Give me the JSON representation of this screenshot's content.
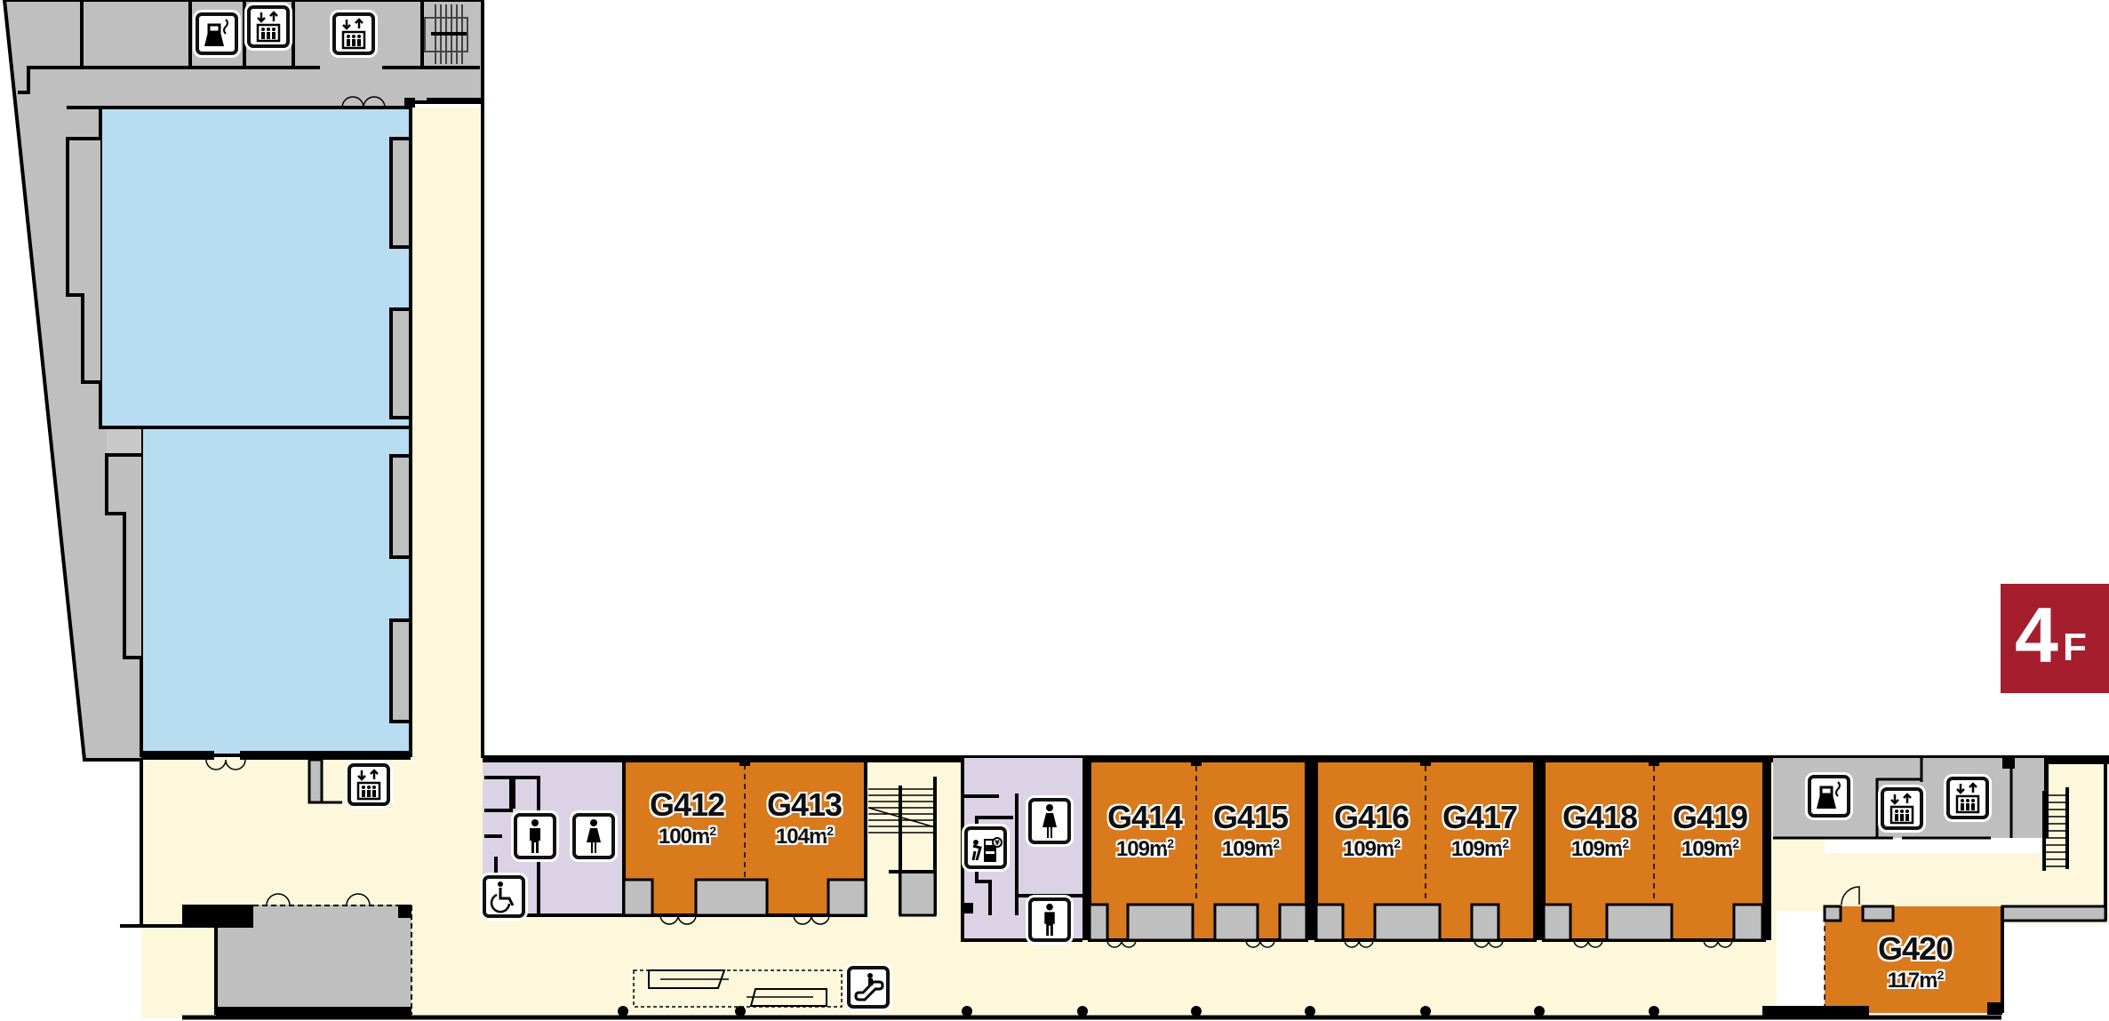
{
  "floor": {
    "number": "4",
    "unit": "F",
    "badge_color": "#a51e2e"
  },
  "colors": {
    "meeting_room_orange": "#d97a1c",
    "hall_blue": "#b8ddf1",
    "corridor_cream": "#fdf8dc",
    "restroom_lavender": "#dcd2e6",
    "service_gray": "#bfbfbf",
    "wall": "#000000"
  },
  "rooms": [
    {
      "id": "G412",
      "area": "100m",
      "area_value": 100,
      "unit_sup": "2"
    },
    {
      "id": "G413",
      "area": "104m",
      "area_value": 104,
      "unit_sup": "2"
    },
    {
      "id": "G414",
      "area": "109m",
      "area_value": 109,
      "unit_sup": "2"
    },
    {
      "id": "G415",
      "area": "109m",
      "area_value": 109,
      "unit_sup": "2"
    },
    {
      "id": "G416",
      "area": "109m",
      "area_value": 109,
      "unit_sup": "2"
    },
    {
      "id": "G417",
      "area": "109m",
      "area_value": 109,
      "unit_sup": "2"
    },
    {
      "id": "G418",
      "area": "109m",
      "area_value": 109,
      "unit_sup": "2"
    },
    {
      "id": "G419",
      "area": "109m",
      "area_value": 109,
      "unit_sup": "2"
    },
    {
      "id": "G420",
      "area": "117m",
      "area_value": 117,
      "unit_sup": "2"
    }
  ],
  "icons": [
    "hot-water-kettle-icon",
    "elevator-icon",
    "mens-restroom-icon",
    "womens-restroom-icon",
    "accessible-restroom-icon",
    "atm-icon",
    "escalator-icon"
  ]
}
